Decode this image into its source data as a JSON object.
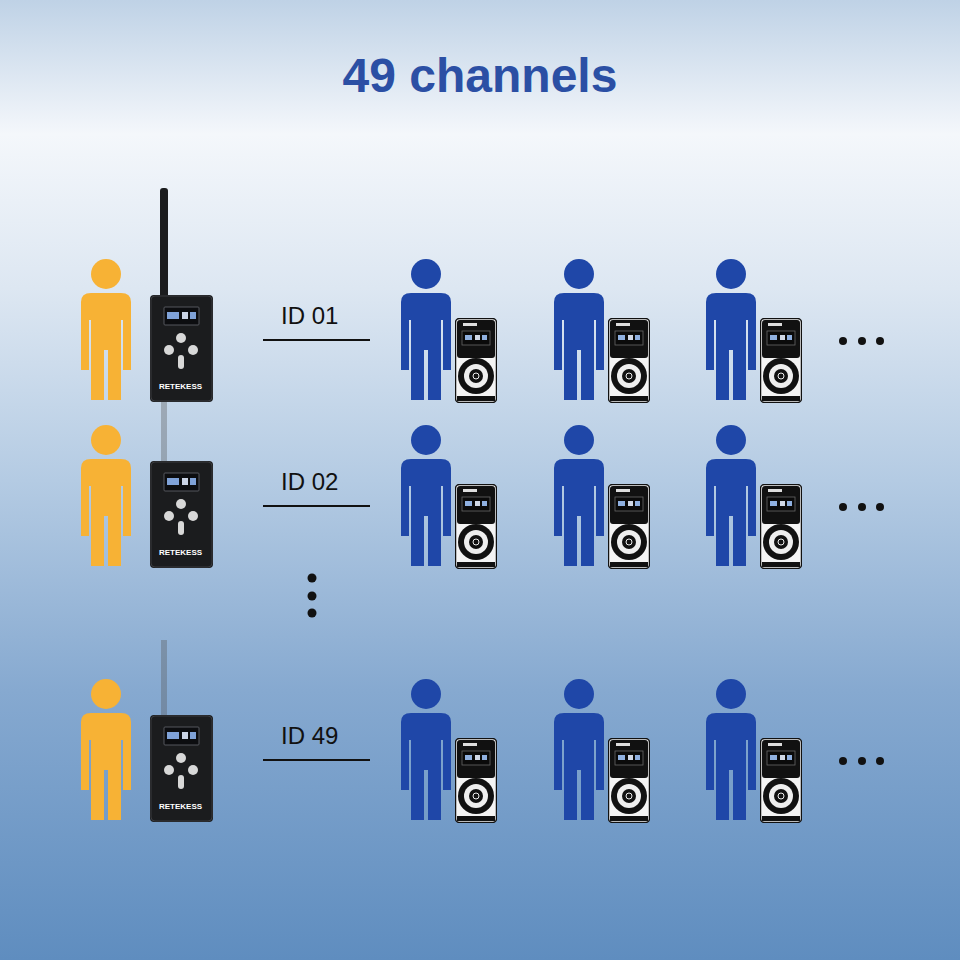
{
  "diagram": {
    "title": "49 channels",
    "labels": [
      "ID 01",
      "ID 02",
      "ID 49",
      "RETEKESS",
      "RETEKESS",
      "RETEKESS"
    ]
  }
}
